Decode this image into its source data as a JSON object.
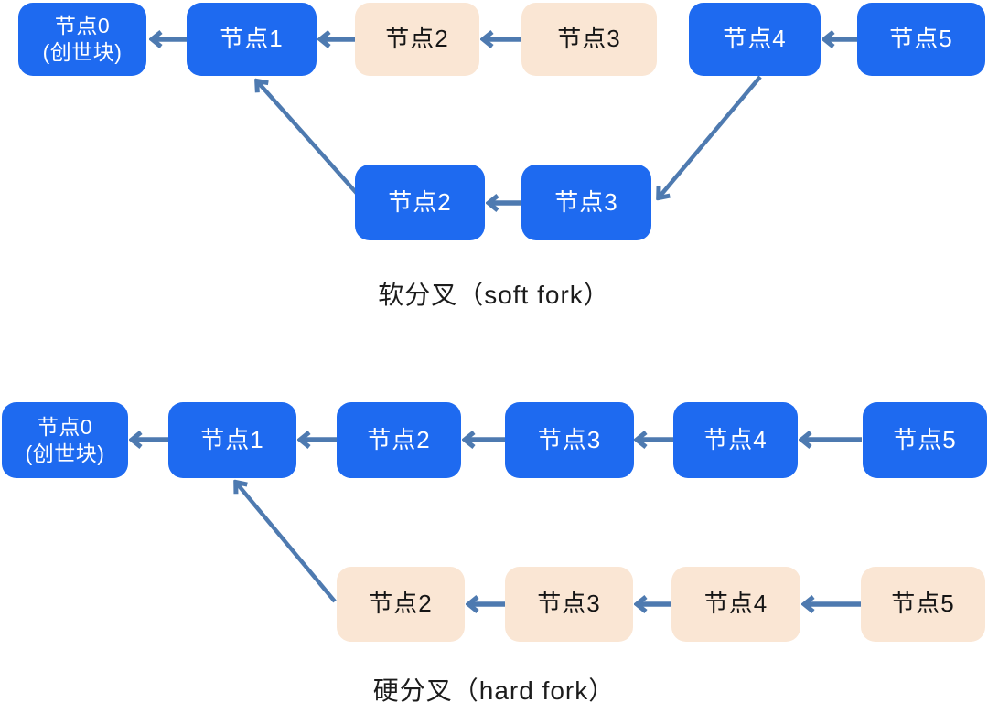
{
  "colors": {
    "node_blue": "#1e6af0",
    "node_beige": "#fae6d4",
    "arrow": "#4e7ab0",
    "text_dark": "#1c1c1c",
    "text_on_blue": "#ffffff",
    "text_on_beige": "#151515",
    "background": "#ffffff"
  },
  "soft_fork": {
    "caption": "软分叉（soft fork）",
    "main_chain": [
      {
        "label": "节点0",
        "sublabel": "(创世块)"
      },
      {
        "label": "节点1"
      },
      {
        "label": "节点2"
      },
      {
        "label": "节点3"
      },
      {
        "label": "节点4"
      },
      {
        "label": "节点5"
      }
    ],
    "fork_chain": [
      {
        "label": "节点2"
      },
      {
        "label": "节点3"
      }
    ]
  },
  "hard_fork": {
    "caption": "硬分叉（hard fork）",
    "main_chain": [
      {
        "label": "节点0",
        "sublabel": "(创世块)"
      },
      {
        "label": "节点1"
      },
      {
        "label": "节点2"
      },
      {
        "label": "节点3"
      },
      {
        "label": "节点4"
      },
      {
        "label": "节点5"
      }
    ],
    "fork_chain": [
      {
        "label": "节点2"
      },
      {
        "label": "节点3"
      },
      {
        "label": "节点4"
      },
      {
        "label": "节点5"
      }
    ]
  }
}
